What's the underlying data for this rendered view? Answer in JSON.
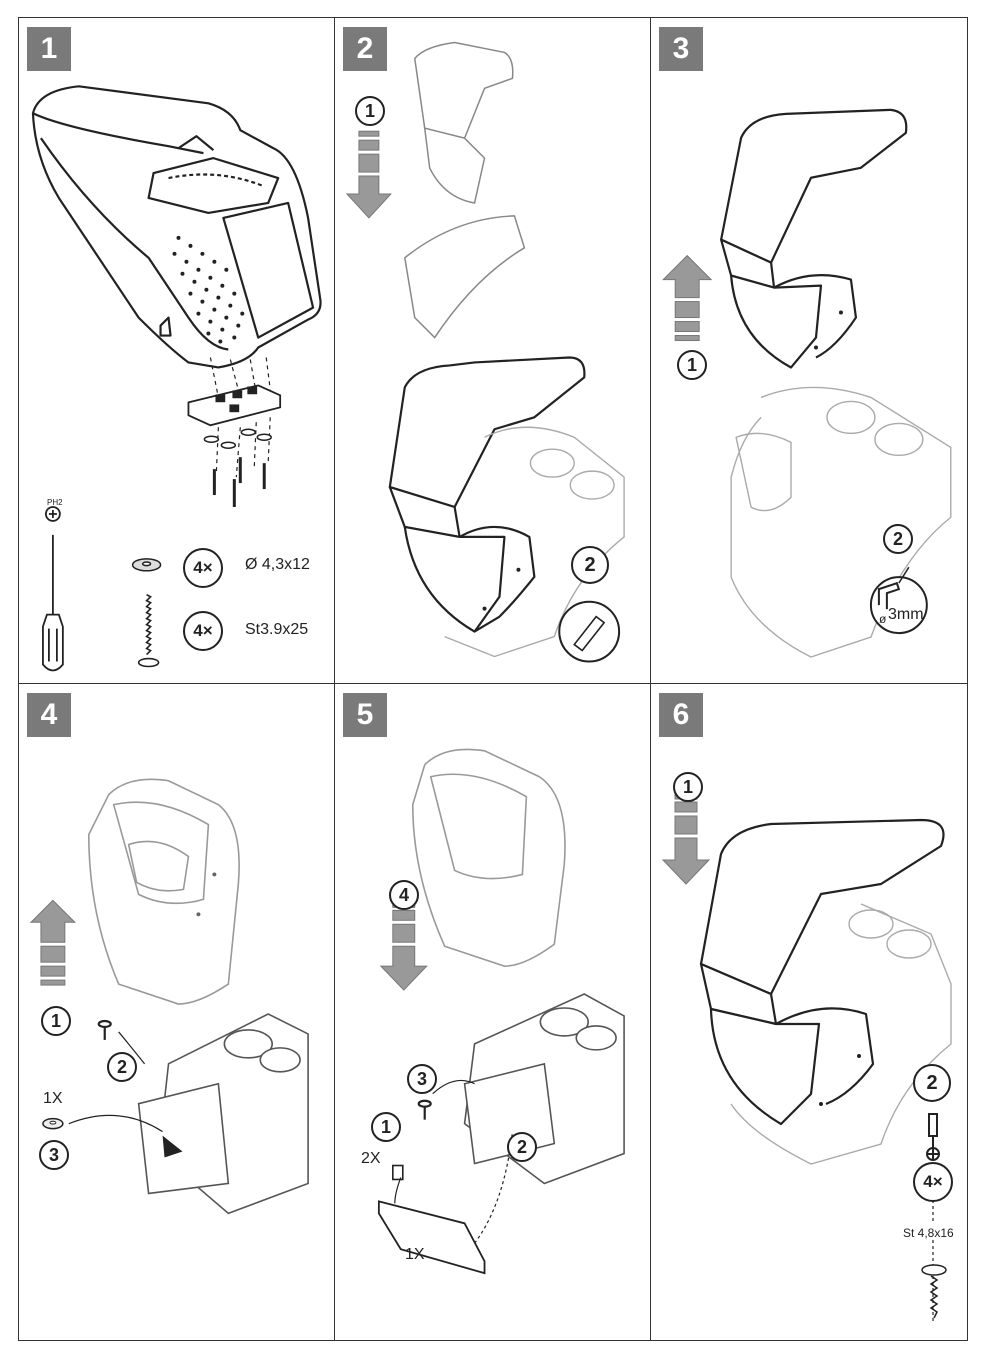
{
  "steps": [
    {
      "number": "1"
    },
    {
      "number": "2"
    },
    {
      "number": "3"
    },
    {
      "number": "4"
    },
    {
      "number": "5"
    },
    {
      "number": "6"
    }
  ],
  "step1": {
    "tool_label": "PH2",
    "washer_qty": "4×",
    "washer_spec": "Ø 4,3x12",
    "screw_qty": "4×",
    "screw_spec": "St3.9x25"
  },
  "step2": {
    "substep1": "1",
    "substep2": "2"
  },
  "step3": {
    "substep1": "1",
    "substep2": "2",
    "drill_size": "3mm",
    "drill_prefix": "ø"
  },
  "step4": {
    "substep1": "1",
    "substep2": "2",
    "substep3": "3",
    "washer_count": "1X"
  },
  "step5": {
    "substep1": "1",
    "substep2": "2",
    "substep3": "3",
    "substep4": "4",
    "clip_count": "2X",
    "bracket_count": "1X"
  },
  "step6": {
    "substep1": "1",
    "substep2": "2",
    "screw_qty": "4×",
    "screw_spec": "St 4,8x16"
  },
  "colors": {
    "badge": "#7a7a7a",
    "arrow": "#999999",
    "line": "#222222",
    "ghost": "#aaaaaa"
  }
}
